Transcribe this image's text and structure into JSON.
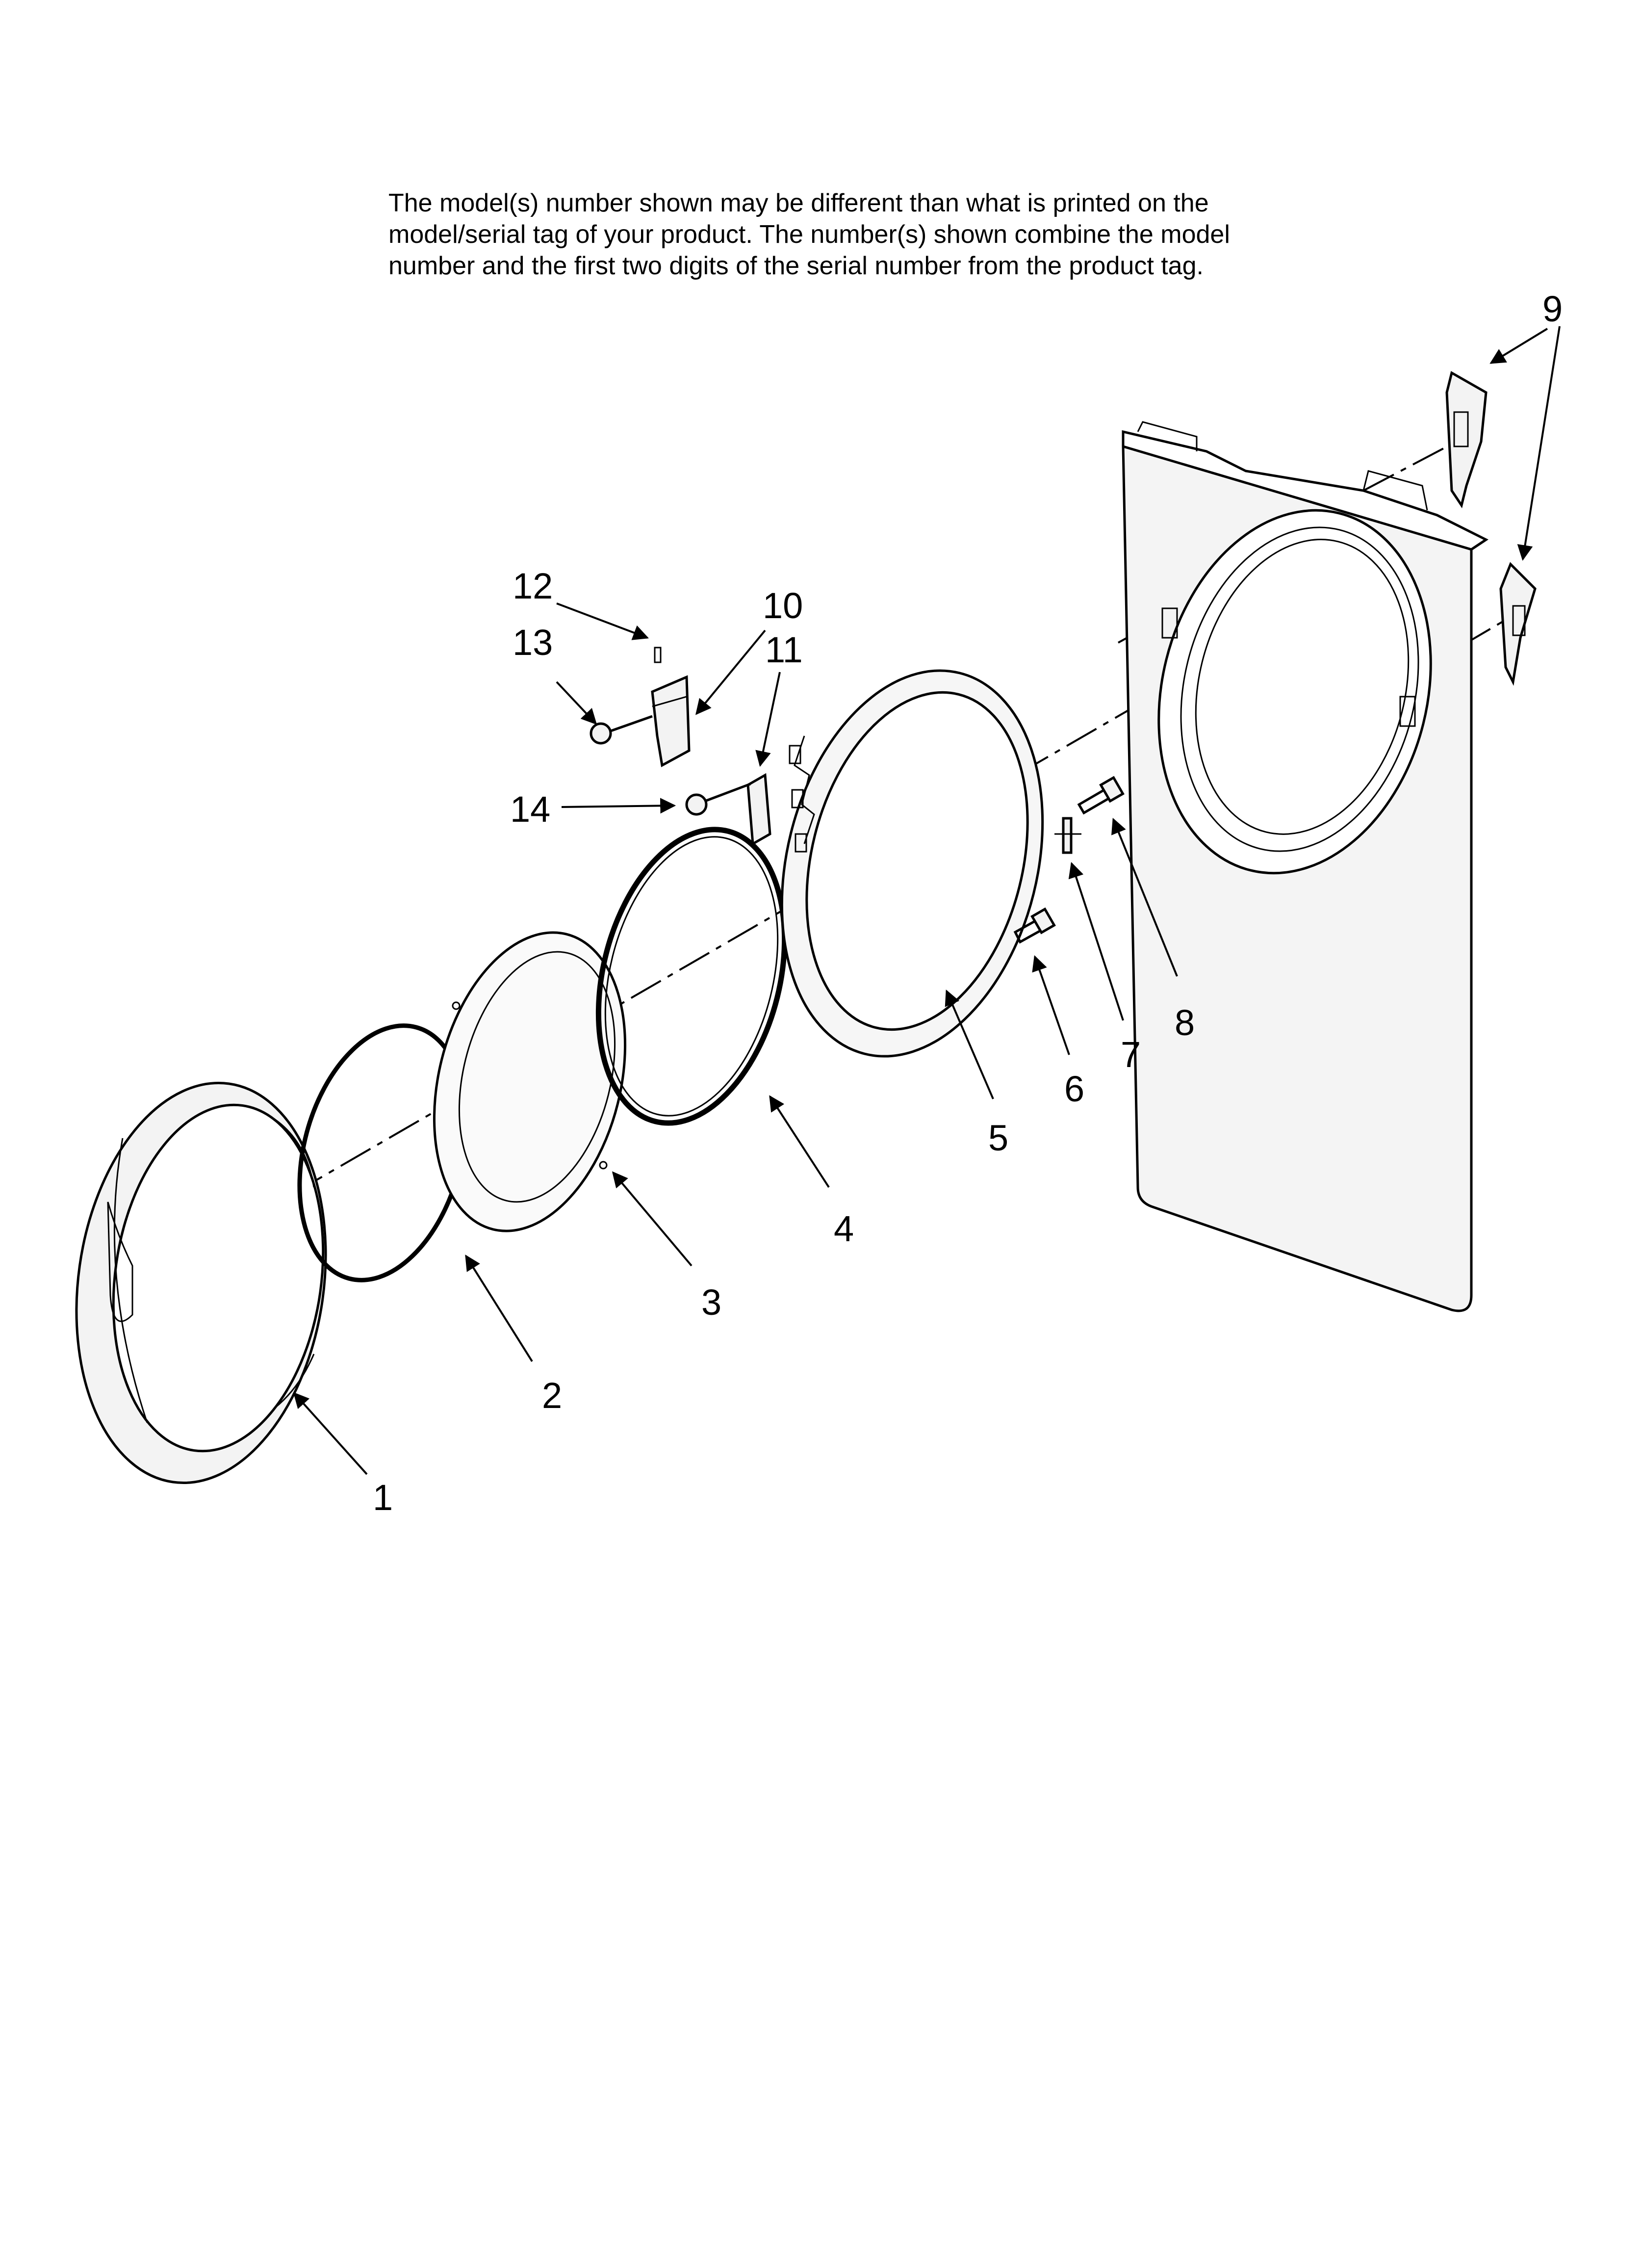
{
  "note": {
    "line1": "The model(s) number shown may be different than what is printed on the",
    "line2": "model/serial tag of your product. The number(s) shown combine the model",
    "line3": "number and the first two digits of the serial number from the product tag."
  },
  "callouts": {
    "c1": "1",
    "c2": "2",
    "c3": "3",
    "c4": "4",
    "c5": "5",
    "c6": "6",
    "c7": "7",
    "c8": "8",
    "c9": "9",
    "c10": "10",
    "c11": "11",
    "c12": "12",
    "c13": "13",
    "c14": "14"
  }
}
